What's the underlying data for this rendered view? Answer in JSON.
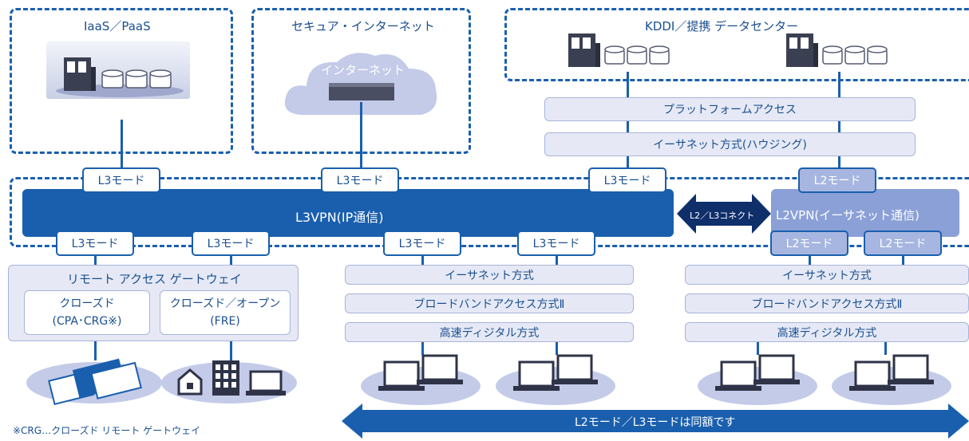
{
  "top": {
    "iaas_title": "IaaS／PaaS",
    "internet_title": "セキュア・インターネット",
    "internet_cloud": "インターネット",
    "dc_title": "KDDI／提携 データセンター"
  },
  "dc_bars": {
    "platform": "プラットフォームアクセス",
    "ethernet_housing": "イーサネット方式(ハウジング)"
  },
  "labels": {
    "l3": "L3モード",
    "l2": "L2モード"
  },
  "center": {
    "l3vpn": "L3VPN(IP通信)",
    "l2vpn": "L2VPN(イーサネット通信)",
    "connect": "L2／L3コネクト"
  },
  "rag": {
    "title": "リモート アクセス ゲートウェイ",
    "closed_line1": "クローズド",
    "closed_line2": "(CPA･CRG※)",
    "open_line1": "クローズド／オープン",
    "open_line2": "(FRE)"
  },
  "access": {
    "ethernet": "イーサネット方式",
    "broadband": "ブロードバンドアクセス方式Ⅱ",
    "digital": "高速ディジタル方式"
  },
  "footnote": "※CRG…クローズド リモート ゲートウェイ",
  "bottom_arrow": "L2モード／L3モードは同額です",
  "colors": {
    "primary_blue": "#1a5fae",
    "light_bar": "#e6e9f5",
    "l2vpn_blue": "#8aa0d6"
  }
}
